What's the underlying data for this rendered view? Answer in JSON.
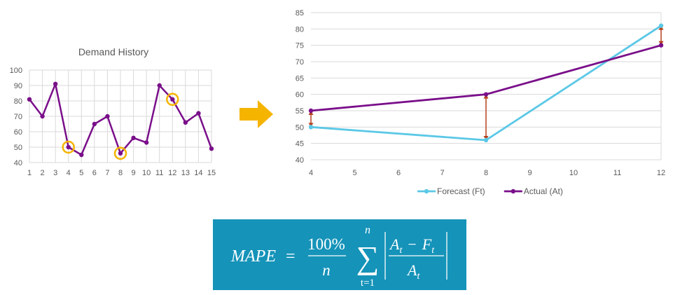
{
  "chart_data": [
    {
      "type": "line",
      "title": "Demand History",
      "x": [
        1,
        2,
        3,
        4,
        5,
        6,
        7,
        8,
        9,
        10,
        11,
        12,
        13,
        14,
        15
      ],
      "series": [
        {
          "values": [
            81,
            70,
            91,
            50,
            45,
            65,
            70,
            46,
            56,
            53,
            90,
            81,
            66,
            72,
            49
          ],
          "color": "#7a0f8a"
        }
      ],
      "highlighted_x": [
        4,
        8,
        12
      ],
      "highlight_color": "#f5b400",
      "ylim": [
        40,
        100
      ],
      "y_ticks": [
        40,
        50,
        60,
        70,
        80,
        90,
        100
      ],
      "grid": true
    },
    {
      "type": "line",
      "x": [
        4,
        8,
        12
      ],
      "series": [
        {
          "name": "Forecast (Ft)",
          "values": [
            50,
            46,
            81
          ],
          "color": "#5bc8e6"
        },
        {
          "name": "Actual (At)",
          "values": [
            55,
            60,
            75
          ],
          "color": "#7a0f8a"
        }
      ],
      "error_arrow_color": "#b5411c",
      "xlim": [
        4,
        12
      ],
      "x_ticks": [
        4,
        5,
        6,
        7,
        8,
        9,
        10,
        11,
        12
      ],
      "ylim": [
        40,
        85
      ],
      "y_ticks": [
        40,
        45,
        50,
        55,
        60,
        65,
        70,
        75,
        80,
        85
      ],
      "grid": "horizontal",
      "legend": "bottom"
    }
  ],
  "formula": {
    "lhs": "MAPE",
    "equals": "=",
    "numerator": "100%",
    "denominator": "n",
    "sum_upper": "n",
    "sum_lower": "t=1",
    "frac_num": "A",
    "frac_num_sub": "t",
    "minus": "−",
    "frac_num_f": "F",
    "frac_num_f_sub": "t",
    "frac_den": "A",
    "frac_den_sub": "t",
    "bg_color": "#1593b9"
  },
  "arrow_color": "#f5b400"
}
